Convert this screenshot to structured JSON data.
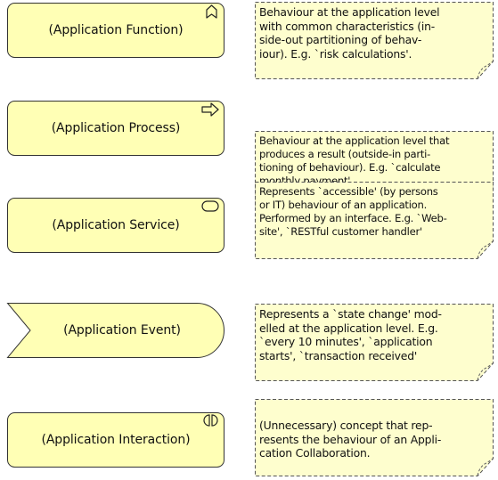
{
  "colors": {
    "element_fill": "#ffffb5",
    "element_stroke": "#333333",
    "note_fill": "#fefece",
    "note_stroke": "#555555"
  },
  "elements": [
    {
      "label": "(Application Function)",
      "icon": "function-bookmark-icon"
    },
    {
      "label": "(Application Process)",
      "icon": "process-arrow-icon"
    },
    {
      "label": "(Application Service)",
      "icon": "service-rounded-rect-icon"
    },
    {
      "label": "(Application Event)",
      "icon": "event-shape"
    },
    {
      "label": "(Application Interaction)",
      "icon": "interaction-split-circle-icon"
    }
  ],
  "notes": [
    {
      "text": "Behaviour at the application level\nwith common characteristics (in-\nside-out partitioning of behav-\niour). E.g. `risk calculations'."
    },
    {
      "text": "Behaviour at the application level that\nproduces a result (outside-in parti-\ntioning of behaviour). E.g. `calculate\nmonthly payment'."
    },
    {
      "text": "Represents `accessible' (by persons\nor IT) behaviour of an application.\nPerformed by an interface. E.g. `Web-\nsite', `RESTful customer handler'"
    },
    {
      "text": "Represents a `state change' mod-\nelled at the application level. E.g.\n`every 10 minutes', `application\nstarts', `transaction received'"
    },
    {
      "text": "(Unnecessary) concept that rep-\nresents the behaviour of an Appli-\ncation Collaboration."
    }
  ]
}
